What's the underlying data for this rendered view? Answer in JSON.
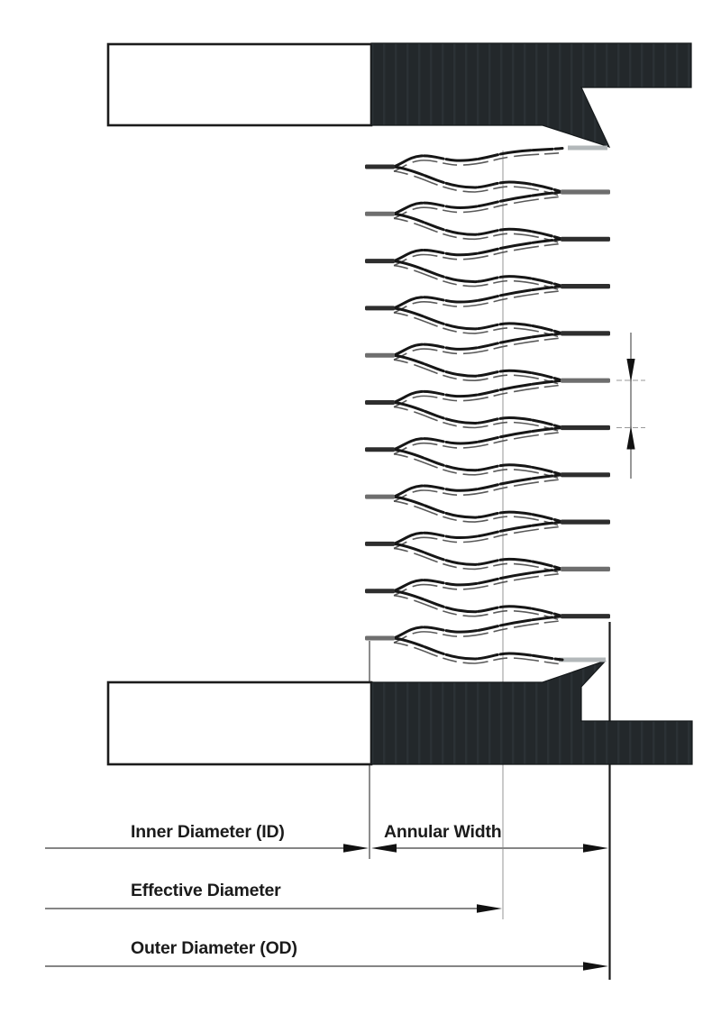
{
  "title": "Wave spring dimensions diagram",
  "labels": {
    "inner_diameter": "Inner Diameter (ID)",
    "annular_width": "Annular Width",
    "effective_diameter": "Effective Diameter",
    "outer_diameter": "Outer Diameter (OD)"
  },
  "figure": {
    "coil_turns": 11,
    "right_coil_ends": 10
  },
  "colors": {
    "background": "#ffffff",
    "ink": "#1b1b1b",
    "block_fill": "#23282b",
    "block_stripe": "#2b3135",
    "block_edge": "#15191b",
    "white_part_edge": "#1c1c1c",
    "dim_line": "#858585",
    "arrow": "#111111",
    "id_line": "#666666",
    "center_line": "#a6a6a6",
    "od_line": "#1a1a1a",
    "pitch_line": "#555555",
    "tick": "#9a9a9a",
    "coil_stroke": "#161616",
    "coil_echo": "#474747",
    "bar_fill": "#2e2e2e",
    "bar_alt_fill": "#6e6e6e",
    "tip_bar_fill": "#b3b8ba"
  }
}
